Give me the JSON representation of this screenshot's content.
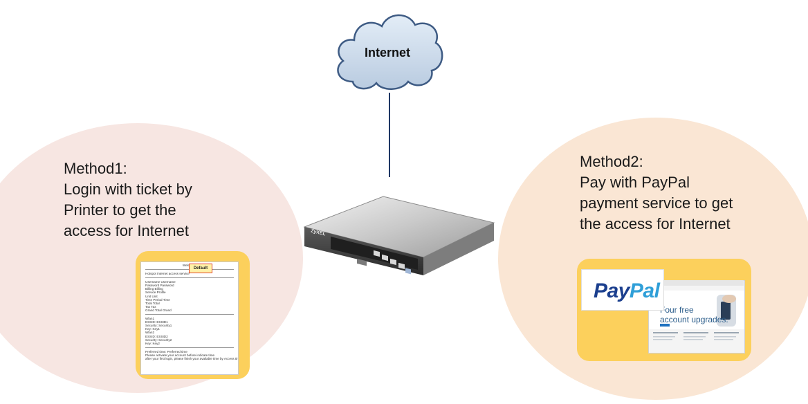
{
  "cloud": {
    "label": "Internet"
  },
  "device": {
    "brand": "ZyXEL"
  },
  "method1": {
    "text": "Method1:\nLogin with ticket by\nPrinter to get the\naccess for Internet",
    "ticket": {
      "badge": "Default",
      "header": "Welcome!",
      "subheader": "Hotspot internet access service",
      "fields": [
        "Username Username",
        "Password Password",
        "Billing Billing",
        "Service Profile",
        "Unit Unit",
        "Time Period Time",
        "Total Total",
        "Tax Tax",
        "Grand Total Grand"
      ],
      "wifi": [
        "Wlan1",
        "ESSID: ESSID1",
        "Security: Security1",
        "Key: Key1",
        "Wlan2",
        "ESSID: ESSID2",
        "Security: Security2",
        "Key: Key2"
      ],
      "footer": [
        "Preferred time: Preferred time",
        "Please activate your account before indicate time",
        "after your first login, please finish your available time by Access time"
      ]
    }
  },
  "method2": {
    "text": "Method2:\nPay with PayPal\npayment service to get\nthe access for Internet",
    "logo_pay": "Pay",
    "logo_pal": "Pal",
    "hero": "Four free\naccount upgrades."
  }
}
